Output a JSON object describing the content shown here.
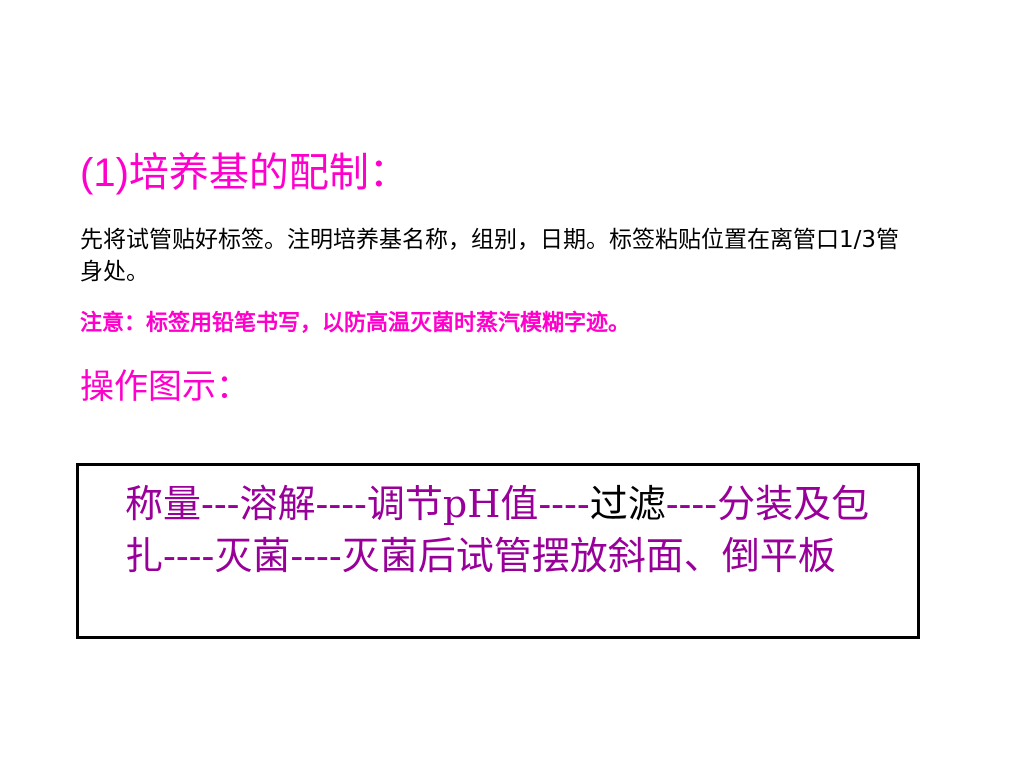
{
  "colors": {
    "text": "#000000",
    "accent": "#ff00cc",
    "process": "#990099"
  },
  "heading": {
    "number": "(1)",
    "title": "培养基的配制："
  },
  "body": {
    "text": "先将试管贴好标签。注明培养基名称，组别，日期。标签粘贴位置在离管口1/3管身处。"
  },
  "note": {
    "text": "注意：标签用铅笔书写，以防高温灭菌时蒸汽模糊字迹。"
  },
  "diagram": {
    "heading": "操作图示："
  },
  "process": {
    "step1": "称量---溶解----调节pH值----",
    "step2": "过滤",
    "step3": "----分装及包扎----灭菌----灭菌后试管摆放斜面、倒平板"
  }
}
